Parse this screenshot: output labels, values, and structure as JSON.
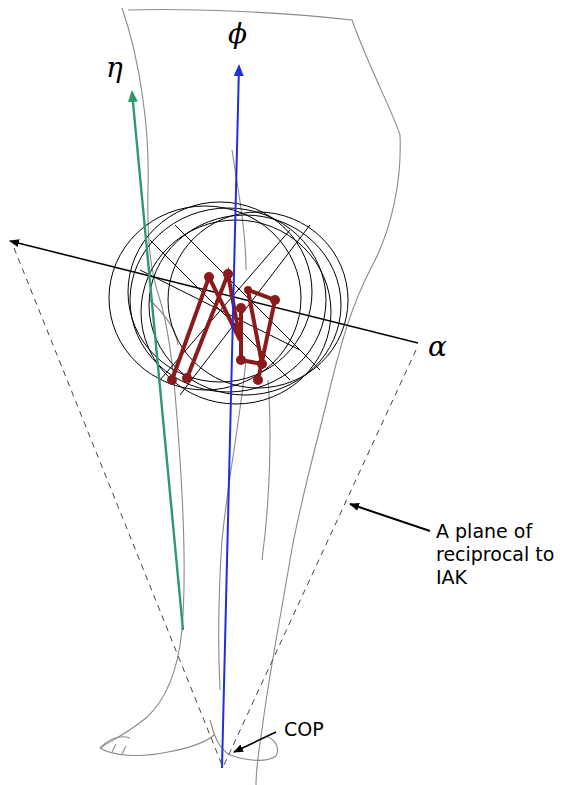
{
  "diagram": {
    "labels": [
      "η",
      "ϕ",
      "α",
      "A plane of reciprocal to IAK",
      "COP"
    ]
  }
}
